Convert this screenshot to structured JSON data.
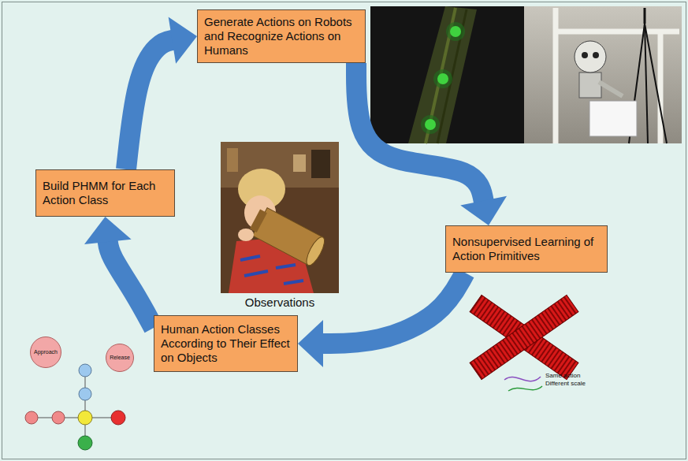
{
  "diagram": {
    "nodes": [
      {
        "text": [
          "Generate Actions on Robots and Recognize Actions on Humans"
        ]
      },
      {
        "text": [
          "Build PHMM for Each Action Class"
        ]
      },
      {
        "text": [
          "Nonsupervised Learning of Action Primitives"
        ]
      },
      {
        "text": [
          "Human Action Classes According to Their Effect on Objects"
        ]
      },
      {
        "text": [
          "Approach"
        ]
      },
      {
        "text": [
          "Release"
        ]
      }
    ],
    "edges": [
      {
        "from": 1,
        "to": 0,
        "arrow": "to"
      },
      {
        "from": 0,
        "to": 2,
        "arrow": "to"
      },
      {
        "from": 2,
        "to": 3,
        "arrow": "to"
      },
      {
        "from": 3,
        "to": 1,
        "arrow": "to"
      }
    ],
    "labels": [
      "Observations",
      "Same action Different scale"
    ]
  }
}
